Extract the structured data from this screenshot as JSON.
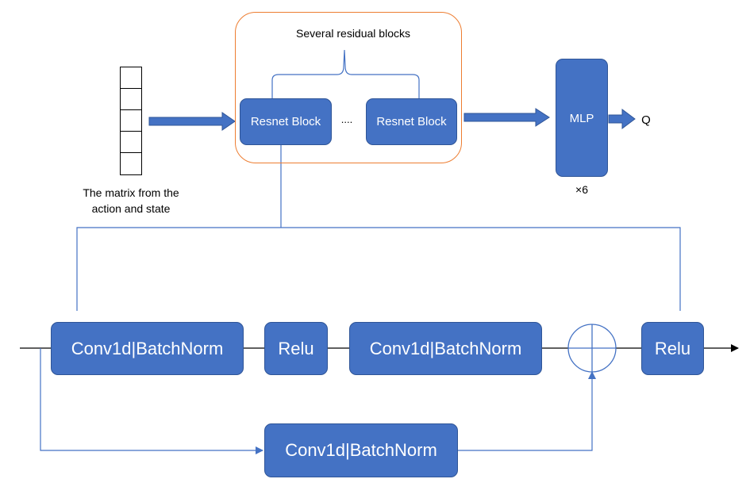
{
  "colors": {
    "block_fill": "#4472c4",
    "block_border": "#2f5597",
    "line": "#4472c4",
    "container_border": "#ed7d31",
    "text_dark": "#000000",
    "text_light": "#ffffff"
  },
  "top": {
    "container_label": "Several residual blocks",
    "resnet_block_1": "Resnet Block",
    "ellipsis": "....",
    "resnet_block_2": "Resnet Block",
    "mlp": "MLP",
    "q_output": "Q",
    "mlp_repeat": "×6",
    "input_caption_line1": "The matrix from the",
    "input_caption_line2": "action and state"
  },
  "bottom": {
    "conv_bn_1": "Conv1d|BatchNorm",
    "relu_1": "Relu",
    "conv_bn_2": "Conv1d|BatchNorm",
    "relu_2": "Relu",
    "shortcut_conv_bn": "Conv1d|BatchNorm"
  },
  "icons": {
    "input_matrix": "grid-column-icon",
    "sum_node": "circle-plus-icon",
    "flow_arrow": "block-arrow-right-icon"
  }
}
